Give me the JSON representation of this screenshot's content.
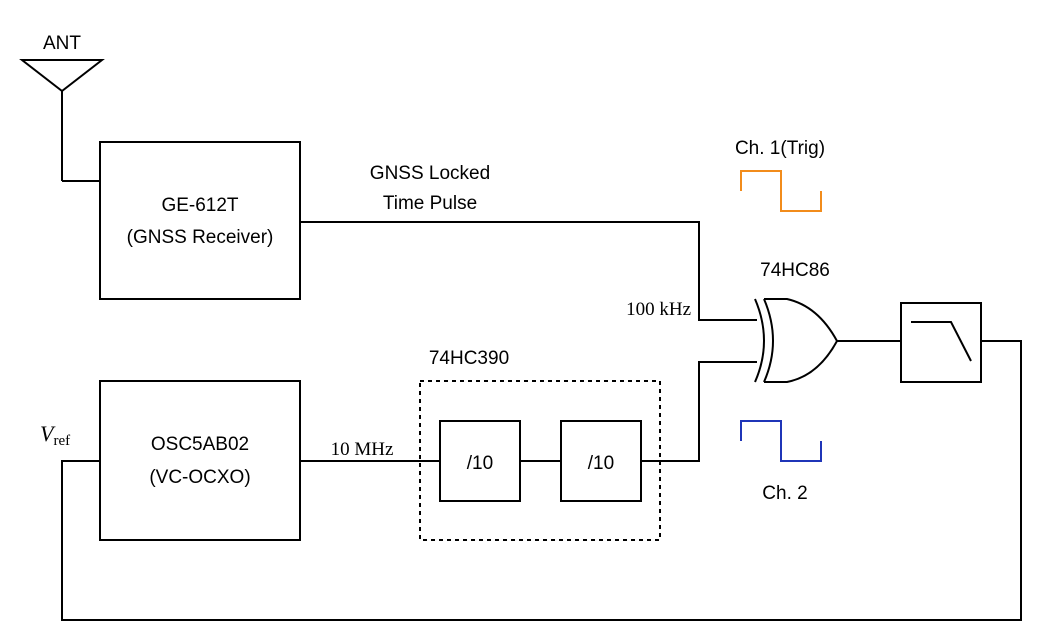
{
  "labels": {
    "antenna": "ANT",
    "receiver_line1": "GE-612T",
    "receiver_line2": "(GNSS Receiver)",
    "pulse_line1": "GNSS Locked",
    "pulse_line2": "Time Pulse",
    "freq_100k": "100 kHz",
    "freq_10m": "10 MHz",
    "xor_chip": "74HC86",
    "counter_chip": "74HC390",
    "div1": "/10",
    "div2": "/10",
    "ocxo_line1": "OSC5AB02",
    "ocxo_line2": "(VC-OCXO)",
    "vref_main": "V",
    "vref_sub": "ref",
    "ch1": "Ch. 1(Trig)",
    "ch2": "Ch. 2"
  },
  "colors": {
    "ch1": "#f28c1b",
    "ch2": "#1f35b8"
  },
  "icons": {
    "antenna": "antenna-icon",
    "xor": "xor-gate-icon",
    "lowpass": "lowpass-filter-icon",
    "ch1_wave": "square-wave-icon",
    "ch2_wave": "square-wave-icon"
  }
}
